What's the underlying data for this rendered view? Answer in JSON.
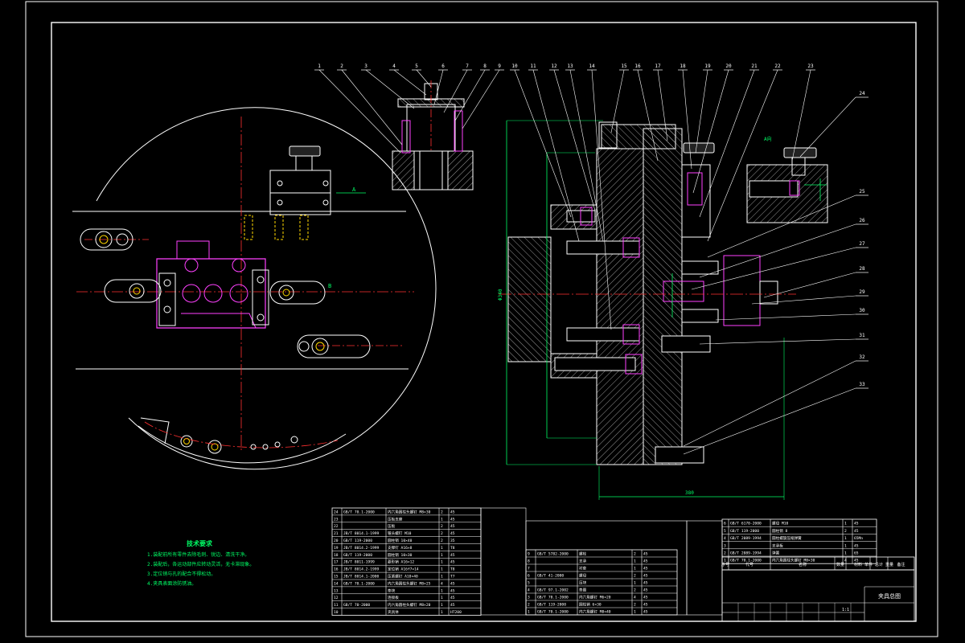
{
  "balloons": {
    "top": [
      "1",
      "2",
      "3",
      "4",
      "5",
      "6",
      "7",
      "8",
      "9",
      "10",
      "11",
      "12",
      "13",
      "14",
      "15",
      "16",
      "17",
      "18",
      "19",
      "20",
      "21",
      "22",
      "23"
    ],
    "right": [
      "24",
      "25",
      "26",
      "27",
      "28",
      "29",
      "30",
      "31",
      "32",
      "33"
    ]
  },
  "labels": {
    "section_a": "A",
    "section_b": "B",
    "dim_width": "380",
    "dim_height": "Φ340"
  },
  "tech_requirements": {
    "title": "技术要求",
    "lines": [
      "1.装配前所有零件去除毛刺、锐边、清洗干净。",
      "2.装配后，各运动部件应转动灵活，无卡滞现象。",
      "3.定位销与孔的配合不得松动。",
      "4.夹具表面涂防锈油。"
    ]
  },
  "bom": {
    "left_rows": [
      {
        "no": "24",
        "code": "GB/T 70.1-2000",
        "name": "内六角圆柱头螺钉 M8×30",
        "qty": "2",
        "mat": "45"
      },
      {
        "no": "23",
        "code": "",
        "name": "压板支座",
        "qty": "1",
        "mat": "45"
      },
      {
        "no": "22",
        "code": "",
        "name": "压板",
        "qty": "2",
        "mat": "45"
      },
      {
        "no": "21",
        "code": "JB/T 8014.1-1999",
        "name": "锥头螺钉 M10",
        "qty": "2",
        "mat": "45"
      },
      {
        "no": "20",
        "code": "GB/T 119-2000",
        "name": "圆柱销 10×40",
        "qty": "2",
        "mat": "35"
      },
      {
        "no": "19",
        "code": "JB/T 8014.2-1999",
        "name": "支撑钉 A16×8",
        "qty": "1",
        "mat": "T8"
      },
      {
        "no": "18",
        "code": "GB/T 119-2000",
        "name": "圆柱销 10×30",
        "qty": "1",
        "mat": "45"
      },
      {
        "no": "17",
        "code": "JB/T 8011-1999",
        "name": "菱形销 A16×12",
        "qty": "1",
        "mat": "45"
      },
      {
        "no": "16",
        "code": "JB/T 8014.2-1999",
        "name": "定位销 A16f7×14",
        "qty": "1",
        "mat": "T8"
      },
      {
        "no": "15",
        "code": "JB/T 8014.1-2000",
        "name": "压紧螺钉 A10×40",
        "qty": "1",
        "mat": "T7"
      },
      {
        "no": "14",
        "code": "GB/T 70.1-2000",
        "name": "内六角圆柱头螺钉 M8×25",
        "qty": "4",
        "mat": "45"
      },
      {
        "no": "13",
        "code": "",
        "name": "垫块",
        "qty": "1",
        "mat": "45"
      },
      {
        "no": "12",
        "code": "",
        "name": "连接板",
        "qty": "1",
        "mat": "45"
      },
      {
        "no": "11",
        "code": "GB/T 70-2000",
        "name": "内六角圆柱头螺钉 M8×20",
        "qty": "1",
        "mat": "45"
      },
      {
        "no": "10",
        "code": "",
        "name": "夹具体",
        "qty": "1",
        "mat": "HT200"
      }
    ],
    "mid_rows": [
      {
        "no": "9",
        "code": "GB/T 5782-2000",
        "name": "螺栓",
        "qty": "2",
        "mat": "45"
      },
      {
        "no": "8",
        "code": "",
        "name": "支承",
        "qty": "1",
        "mat": "45"
      },
      {
        "no": "7",
        "code": "",
        "name": "衬套",
        "qty": "1",
        "mat": "45"
      },
      {
        "no": "6",
        "code": "GB/T 41-2000",
        "name": "螺母",
        "qty": "2",
        "mat": "45"
      },
      {
        "no": "5",
        "code": "",
        "name": "压块",
        "qty": "1",
        "mat": "45"
      },
      {
        "no": "4",
        "code": "GB/T 97.1-2002",
        "name": "垫圈",
        "qty": "2",
        "mat": "45"
      },
      {
        "no": "3",
        "code": "GB/T 70.1-2000",
        "name": "内六角螺钉 M6×20",
        "qty": "4",
        "mat": "45"
      },
      {
        "no": "2",
        "code": "GB/T 119-2000",
        "name": "圆柱销 6×30",
        "qty": "2",
        "mat": "45"
      },
      {
        "no": "1",
        "code": "GB/T 70.1-2000",
        "name": "内六角螺钉 M8×40",
        "qty": "1",
        "mat": "45"
      }
    ],
    "right_rows": [
      {
        "no": "6",
        "code": "GB/T 6170-2000",
        "name": "螺母 M10",
        "qty": "1",
        "mat": "45"
      },
      {
        "no": "5",
        "code": "GB/T 119-2000",
        "name": "圆柱销 8",
        "qty": "2",
        "mat": "45"
      },
      {
        "no": "4",
        "code": "GB/T 2089-1994",
        "name": "圆柱螺旋压缩弹簧",
        "qty": "1",
        "mat": "65Mn"
      },
      {
        "no": "3",
        "code": "",
        "name": "支承板",
        "qty": "1",
        "mat": "45"
      },
      {
        "no": "2",
        "code": "GB/T 2089-1994",
        "name": "弹簧",
        "qty": "1",
        "mat": "65"
      },
      {
        "no": "1",
        "code": "GB/T 70.1-2000",
        "name": "内六角圆柱头螺钉 M8×30",
        "qty": "4",
        "mat": "45"
      }
    ],
    "header": {
      "no": "序号",
      "code": "代号",
      "name": "名称",
      "qty": "数量",
      "mat": "材料",
      "weight": "单件 总计 重量",
      "remark": "备注"
    }
  },
  "title_block": {
    "drawing_name": "夹具总图",
    "scale": "1:1"
  }
}
